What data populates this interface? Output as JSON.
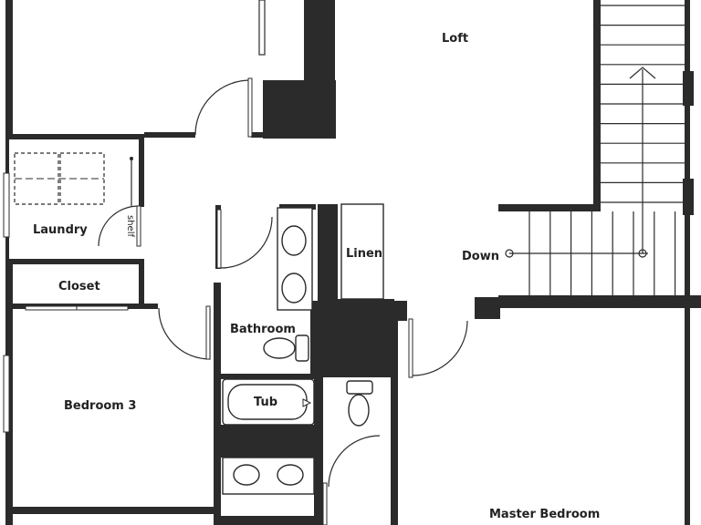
{
  "rooms": {
    "loft": "Loft",
    "laundry": "Laundry",
    "closet": "Closet",
    "bedroom3": "Bedroom 3",
    "bathroom": "Bathroom",
    "linen": "Linen",
    "tub": "Tub",
    "down": "Down",
    "master_bedroom": "Master Bedroom",
    "shelf": "shelf"
  },
  "colors": {
    "wall": "#2b2b2b",
    "background": "#ffffff"
  }
}
